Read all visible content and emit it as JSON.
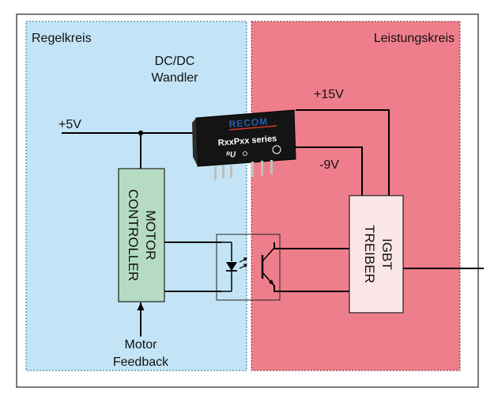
{
  "regions": {
    "left_label": "Regelkreis",
    "right_label": "Leistungskreis"
  },
  "converter": {
    "title_line1": "DC/DC",
    "title_line2": "Wandler",
    "brand": "RECOM",
    "series": "RxxPxx series",
    "cert_mark": "ᴿU"
  },
  "rails": {
    "plus5": "+5V",
    "plus15": "+15V",
    "minus9": "-9V"
  },
  "motor_controller": {
    "line1": "MOTOR",
    "line2": "CONTROLLER"
  },
  "igbt_driver": {
    "line1": "IGBT",
    "line2": "TREIBER"
  },
  "feedback": {
    "line1": "Motor",
    "line2": "Feedback"
  },
  "colors": {
    "left_region": "#c3e4f6",
    "right_region": "#ef7e8c",
    "motor_controller_fill": "#b5dcc3",
    "igbt_fill": "#fae6e8",
    "converter_body": "#141414",
    "brand_blue": "#2a5db0",
    "brand_red": "#d23a2a",
    "wire": "#000000"
  }
}
